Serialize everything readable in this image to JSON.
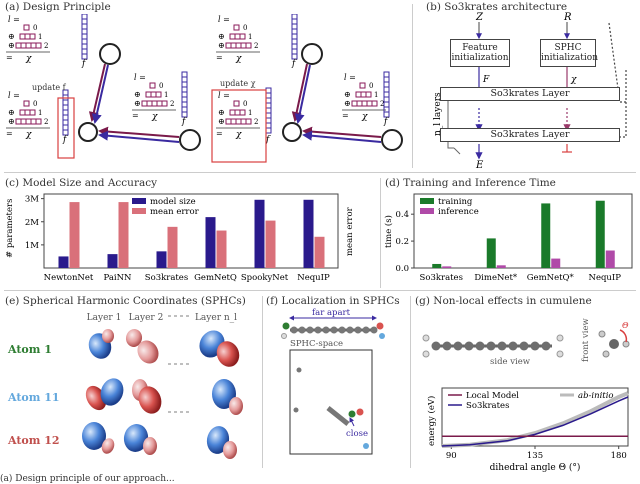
{
  "panel_a": {
    "title": "(a) Design Principle",
    "l_label": "l =",
    "row0": "0",
    "row1": "1",
    "row2": "2",
    "eq": "=",
    "oplus": "⊕",
    "chi": "χ",
    "f": "f",
    "update_f": "update f",
    "update_chi": "update χ"
  },
  "panel_b": {
    "title": "(b) So3krates architecture",
    "z": "Z",
    "r": "R",
    "feature_init": "Feature initialization",
    "sphc_init": "SPHC initialization",
    "f": "F",
    "chi": "χ",
    "layer": "So3krates Layer",
    "n_layers": "n_l layers",
    "e": "E"
  },
  "chart_data": [
    {
      "type": "bar",
      "title": "(c) Model Size and Accuracy",
      "categories": [
        "NewtonNet",
        "PaiNN",
        "So3krates",
        "GemNetQ",
        "SpookyNet",
        "NequIP"
      ],
      "series": [
        {
          "name": "model size",
          "color": "#2a1a8c",
          "values": [
            0.5,
            0.6,
            0.72,
            2.2,
            2.95,
            2.95
          ]
        },
        {
          "name": "mean error",
          "color": "#d9707a",
          "values": [
            2.85,
            2.85,
            1.78,
            1.62,
            2.05,
            1.35
          ]
        }
      ],
      "ylabel": "# parameters",
      "ylabel_right": "mean error",
      "yticks": [
        "1M",
        "2M",
        "3M"
      ],
      "ylim": [
        0,
        3.2
      ]
    },
    {
      "type": "bar",
      "title": "(d) Training and Inference Time",
      "categories": [
        "So3krates",
        "DimeNet*",
        "GemNetQ*",
        "NequIP"
      ],
      "series": [
        {
          "name": "training",
          "color": "#1a7a2a",
          "values": [
            0.03,
            0.22,
            0.48,
            0.5
          ]
        },
        {
          "name": "inference",
          "color": "#b04aa8",
          "values": [
            0.012,
            0.02,
            0.07,
            0.13
          ]
        }
      ],
      "ylabel": "time (s)",
      "yticks": [
        "0.0",
        "0.2",
        "0.4"
      ],
      "ylim": [
        0,
        0.55
      ]
    },
    {
      "type": "line",
      "title": "(g) Non-local effects in cumulene",
      "xlabel": "dihedral angle Θ (°)",
      "ylabel": "energy (eV)",
      "xticks": [
        "90",
        "135",
        "180"
      ],
      "xlim": [
        85,
        185
      ],
      "series": [
        {
          "name": "Local Model",
          "color": "#7a1a4a",
          "x": [
            85,
            185
          ],
          "y": [
            0.15,
            0.15
          ]
        },
        {
          "name": "So3krates",
          "color": "#2a1a8c",
          "x": [
            85,
            100,
            120,
            135,
            150,
            165,
            180,
            185
          ],
          "y": [
            0.0,
            0.02,
            0.08,
            0.18,
            0.32,
            0.5,
            0.7,
            0.76
          ]
        },
        {
          "name": "ab-initio",
          "color": "#bbbbbb",
          "x": [
            85,
            100,
            120,
            135,
            150,
            165,
            180,
            185
          ],
          "y": [
            0.0,
            0.02,
            0.09,
            0.2,
            0.35,
            0.54,
            0.76,
            0.82
          ]
        }
      ],
      "side_view": "side view",
      "front_view": "front view",
      "theta": "Θ"
    }
  ],
  "panel_e": {
    "title": "(e) Spherical Harmonic Coordinates (SPHCs)",
    "cols": [
      "Layer 1",
      "Layer 2",
      "Layer n_l"
    ],
    "rows": [
      {
        "label": "Atom 1",
        "color": "#2e7d32"
      },
      {
        "label": "Atom 11",
        "color": "#64a8dd"
      },
      {
        "label": "Atom 12",
        "color": "#c0504d"
      }
    ]
  },
  "panel_f": {
    "title": "(f) Localization in SPHCs",
    "far_apart": "far apart",
    "sphc_space": "SPHC-space",
    "close": "close"
  },
  "caption": "(a) Design principle of our approach..."
}
